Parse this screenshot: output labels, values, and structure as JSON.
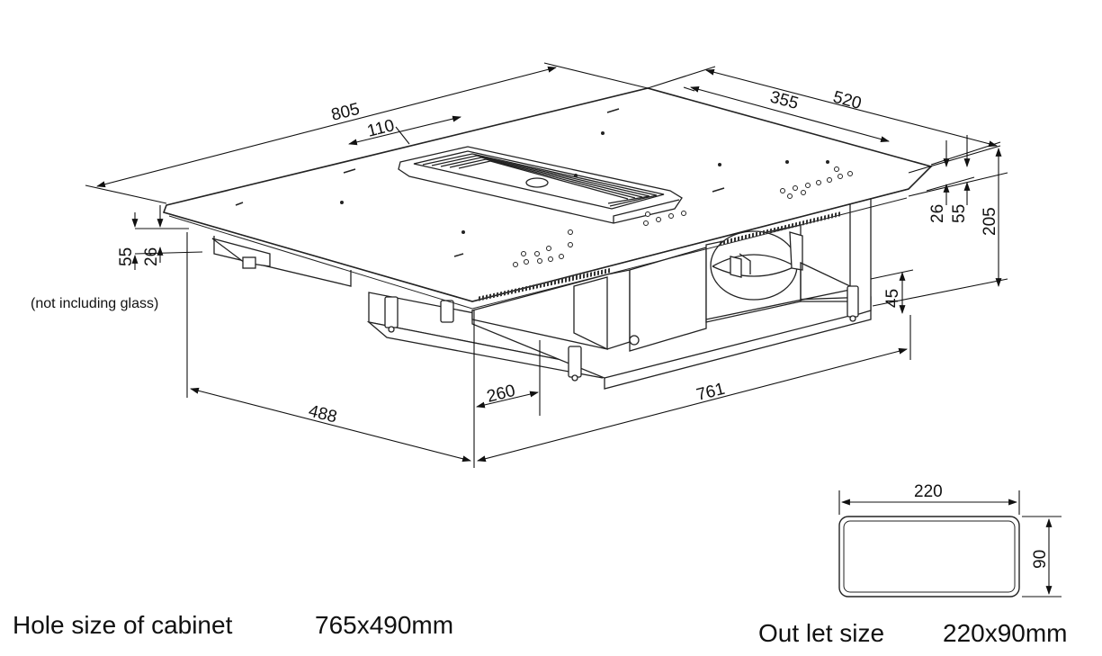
{
  "dimensions": {
    "total_length": "805",
    "depth": "520",
    "vent_offset": "355",
    "vent_width": "110",
    "height_total": "205",
    "height_55_right": "55",
    "height_26_right": "26",
    "height_55_left": "55",
    "height_26_left": "26",
    "height_45": "45",
    "body_depth": "488",
    "body_length": "761",
    "duct_offset": "260",
    "outlet_width": "220",
    "outlet_height": "90"
  },
  "notes": {
    "glass_note": "(not including glass)"
  },
  "captions": {
    "hole_label": "Hole size of cabinet",
    "hole_value": "765x490mm",
    "outlet_label": "Out let size",
    "outlet_value": "220x90mm"
  }
}
